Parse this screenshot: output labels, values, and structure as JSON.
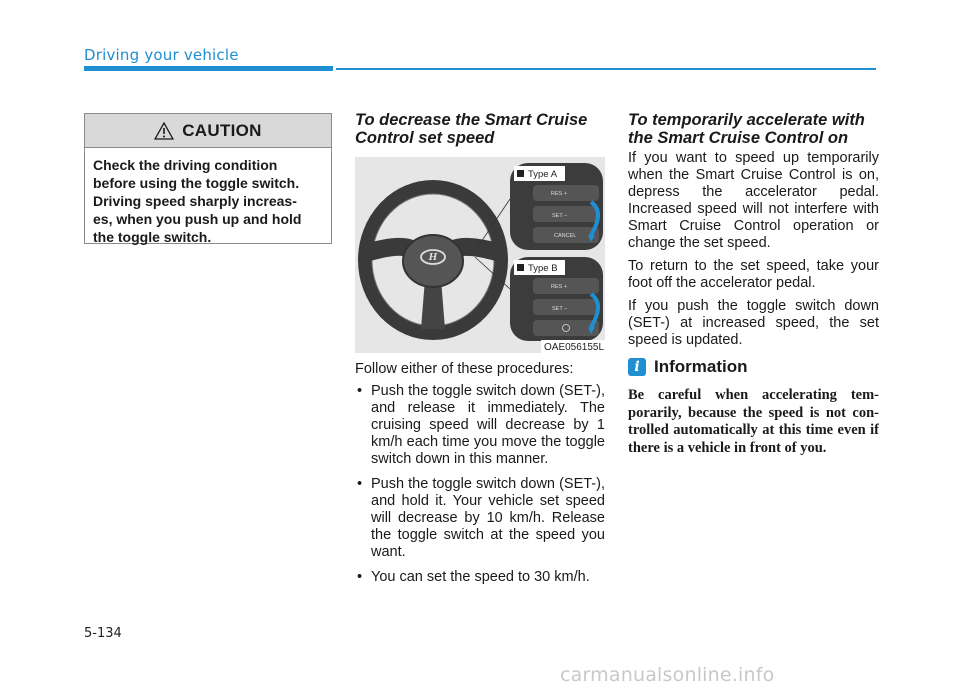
{
  "header": {
    "section_title": "Driving your vehicle"
  },
  "caution": {
    "title": "CAUTION",
    "lines": [
      "Check the driving condition",
      "before using the toggle switch.",
      "Driving speed sharply increas-",
      "es, when you push up and hold",
      "the toggle switch."
    ]
  },
  "decrease": {
    "heading_lines": [
      "To decrease the Smart Cruise",
      "Control set speed"
    ],
    "intro": "Follow either of these procedures:",
    "bullets": [
      "Push the toggle switch down (SET-), and release it immediately. The cruising speed will decrease by 1 km/h each time you move the toggle switch down in this manner.",
      "Push the toggle switch down (SET-), and hold it. Your vehicle set speed will decrease by 10 km/h. Release the toggle switch at the speed you want.",
      "You can set the speed to 30 km/h."
    ]
  },
  "figure": {
    "type_a": "Type A",
    "type_b": "Type B",
    "res_label": "RES +",
    "set_label": "SET −",
    "cancel_label": "CANCEL",
    "code": "OAE056155L"
  },
  "accelerate": {
    "heading_lines": [
      "To temporarily accelerate with",
      "the Smart Cruise Control on"
    ],
    "paragraphs": [
      "If you want to speed up temporarily when the Smart Cruise Control is on, depress the accelerator pedal. Increased speed will not interfere with Smart Cruise Control operation or change the set speed.",
      "To return to the set speed, take your foot off the accelerator pedal.",
      "If you push the toggle switch down (SET-) at increased speed, the set speed is updated."
    ]
  },
  "information": {
    "badge": "i",
    "title": "Information",
    "body": "Be careful when accelerating tem-porarily, because the speed is not con-trolled automatically at this time even if there is a vehicle in front of you."
  },
  "footer": {
    "page_number": "5-134",
    "watermark": "carmanualsonline.info"
  }
}
